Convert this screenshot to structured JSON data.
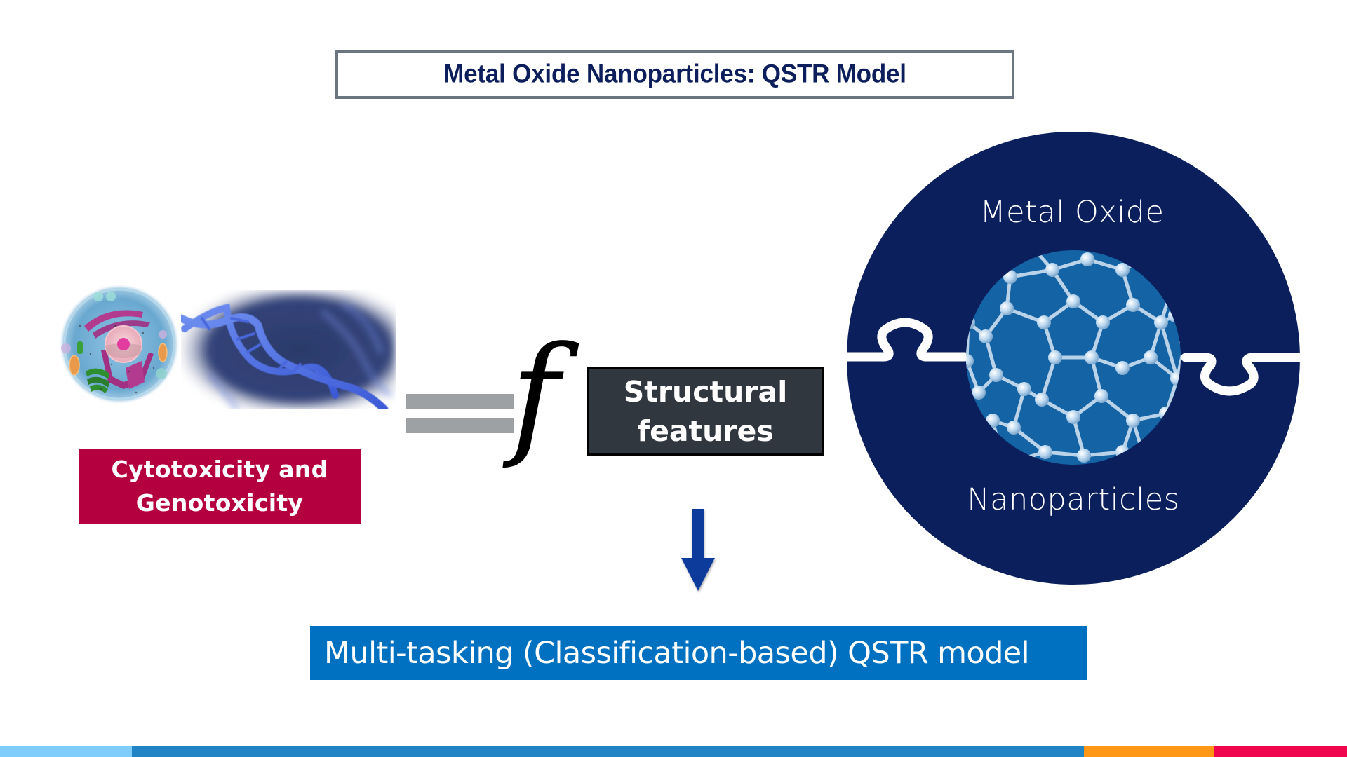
{
  "slide": {
    "title": "Metal Oxide Nanoparticles: QSTR Model",
    "endpoint_box": {
      "line1": "Cytotoxicity and",
      "line2": "Genotoxicity",
      "color": "#b5003f"
    },
    "equation": {
      "equals_icon": "equals-sign",
      "function_symbol": "f"
    },
    "features_box": {
      "line1": "Structural",
      "line2": "features",
      "color": "#31373f"
    },
    "arrow_icon": "arrow-down",
    "result_box": {
      "text": "Multi-tasking (Classification-based) QSTR model",
      "color": "#0070c0"
    },
    "nanoparticle_graphic": {
      "top_label": "Metal Oxide",
      "bottom_label": "Nanoparticles",
      "circle_color": "#0b1f5d",
      "inner_color": "#1463a5",
      "icon": "buckyball-molecule"
    },
    "images": {
      "cell": "animal-cell-illustration",
      "dna": "dna-double-helix-illustration"
    },
    "accent_bar_colors": [
      "#7fcdfb",
      "#2184c5",
      "#ff9716",
      "#f0054f"
    ]
  }
}
